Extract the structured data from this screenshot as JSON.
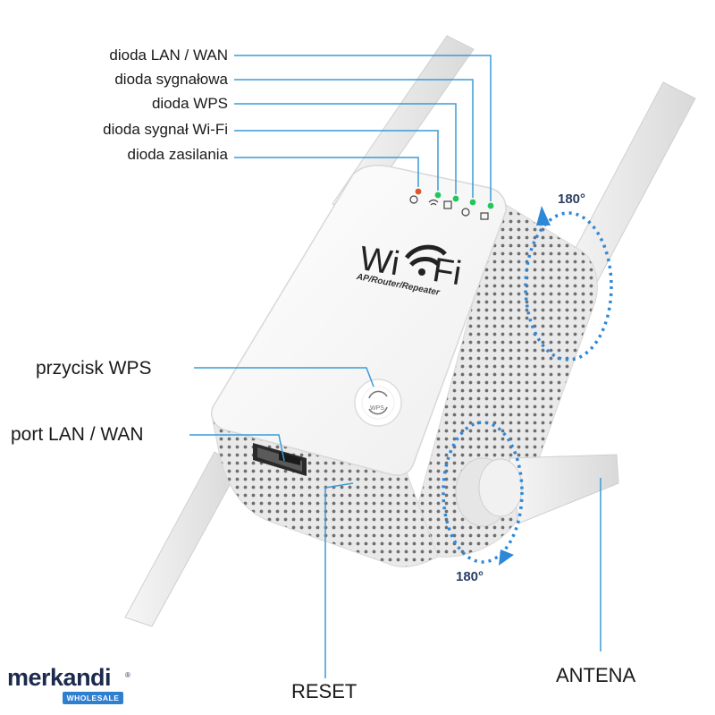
{
  "led_labels": {
    "lan_wan": "dioda LAN / WAN",
    "signal": "dioda sygnałowa",
    "wps": "dioda WPS",
    "wifi_signal": "dioda sygnał Wi-Fi",
    "power": "dioda zasilania"
  },
  "side_labels": {
    "wps_button": "przycisk WPS",
    "lan_port": "port LAN / WAN"
  },
  "bottom_labels": {
    "reset": "RESET",
    "antenna": "ANTENA"
  },
  "rotation": {
    "top": "180°",
    "bottom": "180°"
  },
  "device": {
    "brand_wi": "Wi",
    "brand_fi": "Fi",
    "subtitle": "AP/Router/Repeater",
    "button_text": "WPS"
  },
  "logo": {
    "name": "merkandi",
    "tagline": "WHOLESALE"
  },
  "colors": {
    "leader_line": "#3a9bd6",
    "rotation_arrow": "#2e88d8",
    "led_green": "#22c55e",
    "led_red": "#e2552a",
    "logo_blue": "#2f7fd0",
    "logo_navy": "#1c2a4e"
  }
}
